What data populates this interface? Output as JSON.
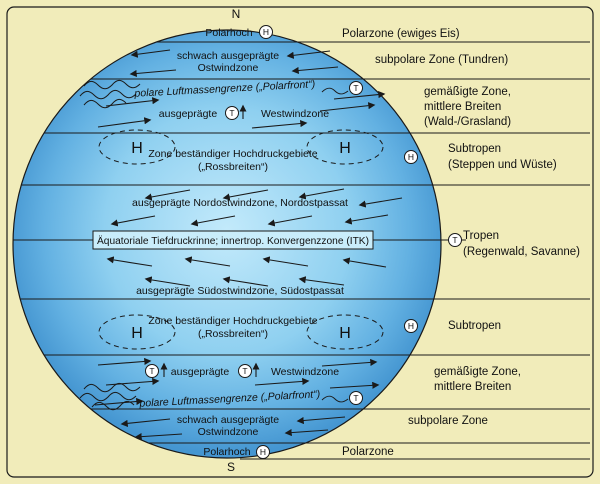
{
  "colors": {
    "background": "#f1ecba",
    "border": "#1a1a1a",
    "globe_center": "#c3eafb",
    "globe_mid": "#8fd0f0",
    "globe_edge": "#4596d1",
    "itcz_box_fill": "#c9edfb",
    "line": "#1a1a1a",
    "text": "#111111"
  },
  "poles": {
    "north": "N",
    "south": "S"
  },
  "symbols": {
    "high": "H",
    "low": "T"
  },
  "bands": {
    "polar_high_n": "Polarhoch",
    "east_n": [
      "schwach ausgeprägte",
      "Ostwindzone"
    ],
    "polarfront_n": "polare Luftmassengrenze („Polarfront“)",
    "west_n": [
      "ausgeprägte",
      "Westwindzone"
    ],
    "subtrop_high_n": [
      "Zone beständiger Hochdruckgebiete",
      "(„Rossbreiten“)"
    ],
    "ne_trade": "ausgeprägte Nordostwindzone, Nordostpassat",
    "itcz": "Äquatoriale Tiefdruckrinne; innertrop. Konvergenzzone (ITK)",
    "se_trade": "ausgeprägte Südostwindzone, Südostpassat",
    "subtrop_high_s": [
      "Zone beständiger Hochdruckgebiete",
      "(„Rossbreiten“)"
    ],
    "west_s": [
      "ausgeprägte",
      "Westwindzone"
    ],
    "polarfront_s": "polare Luftmassengrenze („Polarfront“)",
    "east_s": [
      "schwach ausgeprägte",
      "Ostwindzone"
    ],
    "polar_high_s": "Polarhoch"
  },
  "zones": [
    {
      "lines": [
        "Polarzone (ewiges Eis)"
      ]
    },
    {
      "lines": [
        "subpolare Zone (Tundren)"
      ]
    },
    {
      "lines": [
        "gemäßigte Zone,",
        "mittlere Breiten",
        "(Wald-/Grasland)"
      ]
    },
    {
      "lines": [
        "Subtropen",
        "(Steppen und Wüste)"
      ]
    },
    {
      "lines": [
        "Tropen",
        "(Regenwald, Savanne)"
      ]
    },
    {
      "lines": [
        "Subtropen"
      ]
    },
    {
      "lines": [
        "gemäßigte Zone,",
        "mittlere Breiten"
      ]
    },
    {
      "lines": [
        "subpolare Zone"
      ]
    },
    {
      "lines": [
        "Polarzone"
      ]
    }
  ]
}
